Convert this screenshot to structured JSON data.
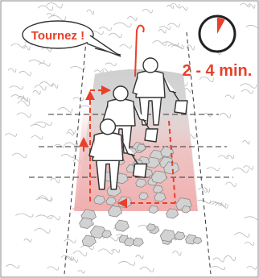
{
  "speech_bubble": {
    "text": "Tournez !"
  },
  "timer": {
    "label": "2 - 4 min.",
    "filled_fraction": 0.08
  },
  "colors": {
    "accent": "#e8402a",
    "snow_texture": "#b8b8b8",
    "trench": "#e0e0e0",
    "frame": "#888888",
    "figure_fill": "#ffffff",
    "figure_stroke": "#333333",
    "snow_blocks": "#cfcfcf"
  },
  "illustration": {
    "subject": "avalanche rescue conveyor-belt digging",
    "rescuer_count": 3
  }
}
